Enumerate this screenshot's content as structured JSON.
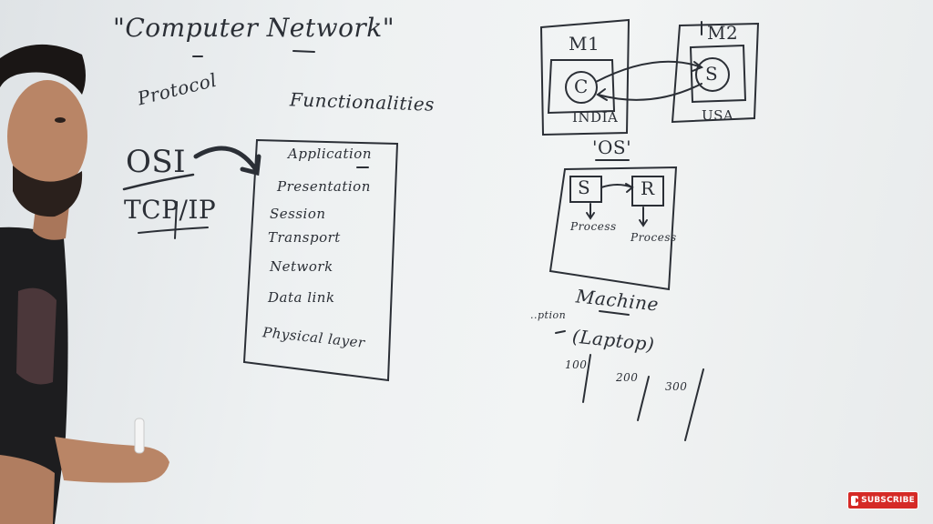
{
  "title": "\"Computer Network\"",
  "protocol_label": "Protocol",
  "osi_label": "OSI",
  "tcpip_label": "TCP/IP",
  "functionalities_label": "Functionalities",
  "layers": [
    "Application",
    "Presentation",
    "Session",
    "Transport",
    "Network",
    "Data link",
    "Physical layer"
  ],
  "network_diagram": {
    "machine1_label": "M1",
    "machine2_label": "M2",
    "client_label": "C",
    "server_label": "S",
    "location1": "INDIA",
    "location2": "USA"
  },
  "os_diagram": {
    "os_label": "'OS'",
    "sender_label": "S",
    "receiver_label": "R",
    "process1": "Process",
    "process2": "Process",
    "machine_label": "Machine",
    "laptop_label": "(Laptop)",
    "note": "..ption",
    "ports": [
      "100",
      "200",
      "300"
    ]
  },
  "subscribe_label": "SUBSCRIBE",
  "colors": {
    "ink": "#2b2f36",
    "board": "#eef1f2",
    "subscribe_red": "#d52a26",
    "shirt": "#1d1d1f",
    "skin": "#b98566"
  }
}
